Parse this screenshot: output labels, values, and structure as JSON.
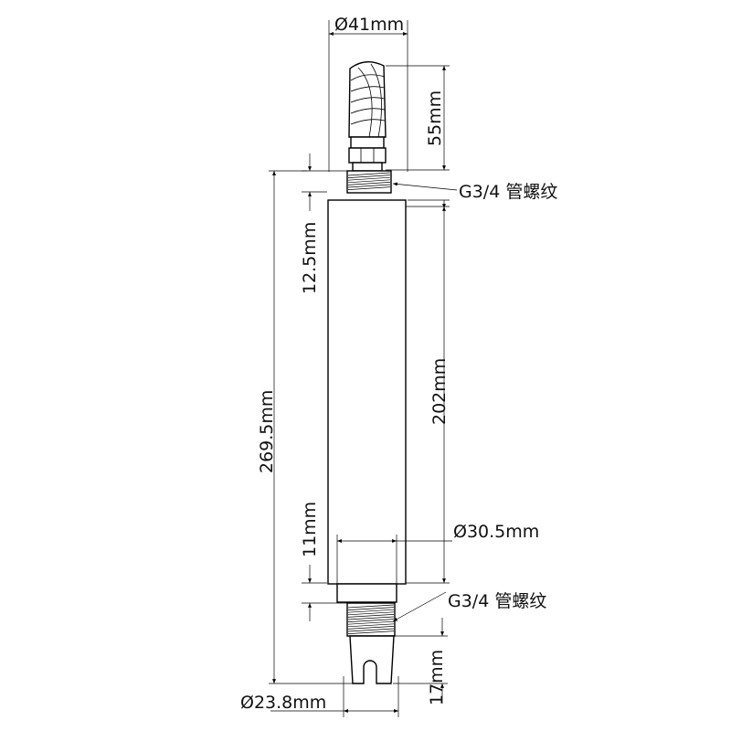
{
  "dimensions": {
    "top_diameter": "Ø41mm",
    "cable_length": "55mm",
    "top_thread": "G3/4 管螺纹",
    "top_spacing": "12.5mm",
    "body_length": "202mm",
    "total_length": "269.5mm",
    "body_diameter": "Ø30.5mm",
    "bottom_spacing": "11mm",
    "bottom_thread": "G3/4 管螺纹",
    "tip_length": "17mm",
    "bottom_diameter": "Ø23.8mm"
  }
}
